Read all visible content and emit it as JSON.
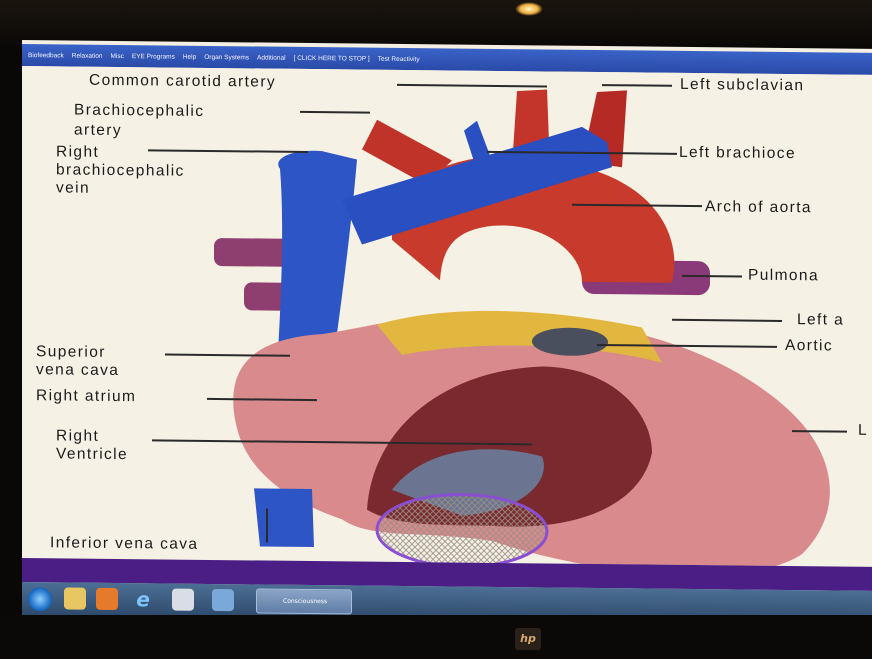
{
  "menubar": {
    "items": [
      "Biofeedback",
      "Relaxation",
      "Misc",
      "EYE Programs",
      "Help",
      "Organ Systems",
      "Additional",
      "[ CLICK HERE TO STOP ]",
      "Test Reactivity"
    ]
  },
  "labels": {
    "common_carotid": "Common carotid artery",
    "left_subclavian": "Left subclavian",
    "brachiocephalic_1": "Brachiocephalic",
    "brachiocephalic_2": "artery",
    "right_brachio_1": "Right",
    "right_brachio_2": "brachiocephalic",
    "right_brachio_3": "vein",
    "left_brachio": "Left brachioce",
    "arch_aorta": "Arch of aorta",
    "pulmonary": "Pulmona",
    "left_a": "Left a",
    "aortic": "Aortic",
    "superior_vc_1": "Superior",
    "superior_vc_2": "vena cava",
    "right_atrium": "Right atrium",
    "right_ventricle_1": "Right",
    "right_ventricle_2": "Ventricle",
    "l_cut": "L",
    "inferior_vc": "Inferior vena cava"
  },
  "taskbar": {
    "task_label": "Consciousness"
  },
  "monitor": {
    "logo": "hp"
  },
  "colors": {
    "menubar": "#2f52b4",
    "purple_bar": "#4b1e86",
    "highlight_ring": "#8a4fd0",
    "vein_blue": "#2a4fc0",
    "artery_red": "#c8322a"
  }
}
